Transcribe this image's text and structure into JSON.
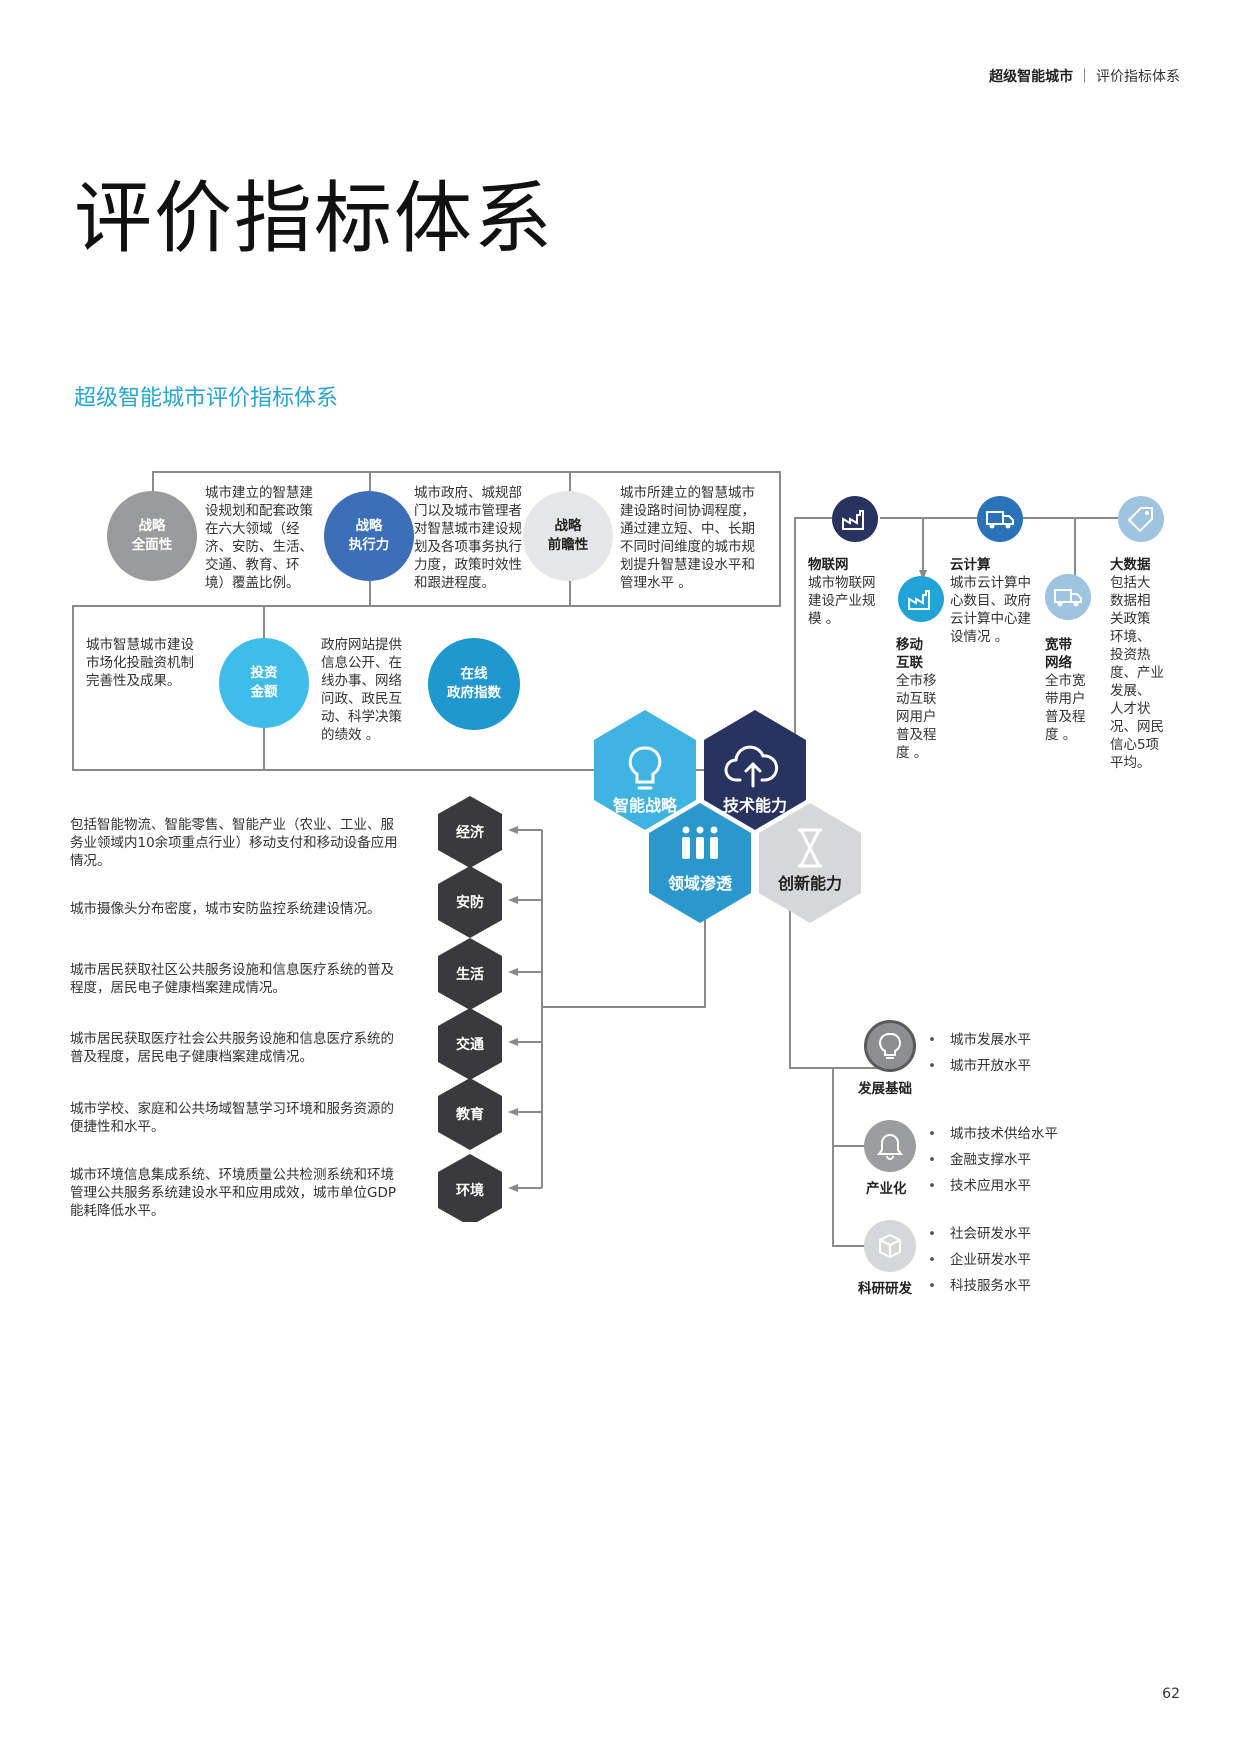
{
  "header": {
    "title_bold": "超级智能城市",
    "sep": "｜",
    "section": "评价指标体系"
  },
  "title": "评价指标体系",
  "subtitle": "超级智能城市评价指标体系",
  "page_number": "62",
  "strategy": {
    "row1": [
      {
        "name1": "战略",
        "name2": "全面性",
        "color": "#9a9b9d",
        "desc": [
          "城市建立的智慧建",
          "设规划和配套政策",
          "在六大领域（经",
          "济、安防、生活、",
          "交通、教育、环",
          "境）覆盖比例。"
        ]
      },
      {
        "name1": "战略",
        "name2": "执行力",
        "color": "#3d6eb8",
        "desc": [
          "城市政府、城规部",
          "门以及城市管理者",
          "对智慧城市建设规",
          "划及各项事务执行",
          "力度，政策时效性",
          "和跟进程度。"
        ]
      },
      {
        "name1": "战略",
        "name2": "前瞻性",
        "color": "#e5e6e7",
        "desc": [
          "城市所建立的智慧城市",
          "建设路时间协调程度，",
          "通过建立短、中、长期",
          "不同时间维度的城市规",
          "划提升智慧建设水平和",
          "管理水平 。"
        ]
      }
    ],
    "row2": [
      {
        "name1": "投资",
        "name2": "金额",
        "color": "#3fbde9",
        "desc": [
          "城市智慧城市建设",
          "市场化投融资机制",
          "完善性及成果。"
        ]
      },
      {
        "name1": "在线",
        "name2": "政府指数",
        "color": "#1f98cf",
        "desc": [
          "政府网站提供",
          "信息公开、在",
          "线办事、网络",
          "问政、政民互",
          "动、科学决策",
          "的绩效 。"
        ]
      }
    ]
  },
  "hexes": [
    {
      "label": "智能战略",
      "icon": "bulb-icon",
      "color": "#3fb3e2"
    },
    {
      "label": "技术能力",
      "icon": "cloud-upload-icon",
      "color": "#28335f"
    },
    {
      "label": "领域渗透",
      "icon": "people-icon",
      "color": "#2a97cd"
    },
    {
      "label": "创新能力",
      "icon": "hourglass-icon",
      "color": "#d6d7d9"
    }
  ],
  "tech": [
    {
      "name": "物联网",
      "icon": "factory-icon",
      "color": "#28335f",
      "desc": [
        "城市物联网",
        "建设产业规",
        "模 。"
      ]
    },
    {
      "name": "云计算",
      "icon": "truck-icon",
      "color": "#2a73b8",
      "desc": [
        "城市云计算中",
        "心数目、政府",
        "云计算中心建",
        "设情况 。"
      ]
    },
    {
      "name": "大数据",
      "icon": "tag-icon",
      "color": "#9fc4e0",
      "desc": [
        "包括大",
        "数据相",
        "关政策",
        "环境、",
        "投资热",
        "度、产业",
        "发展、",
        "人才状",
        "况、网民",
        "信心5项",
        "平均。"
      ]
    },
    {
      "name1": "移动",
      "name2": "互联",
      "icon": "factory-icon",
      "color": "#22a3d8",
      "desc": [
        "全市移",
        "动互联",
        "网用户",
        "普及程",
        "度 。"
      ]
    },
    {
      "name1": "宽带",
      "name2": "网络",
      "icon": "truck-icon",
      "color": "#9fc4e0",
      "desc": [
        "全市宽",
        "带用户",
        "普及程",
        "度 。"
      ]
    }
  ],
  "domains": [
    {
      "name": "经济",
      "desc": [
        "包括智能物流、智能零售、智能产业（农业、工业、服",
        "务业领域内10余项重点行业）移动支付和移动设备应用",
        "情况。"
      ]
    },
    {
      "name": "安防",
      "desc": [
        "城市摄像头分布密度，城市安防监控系统建设情况。"
      ]
    },
    {
      "name": "生活",
      "desc": [
        "城市居民获取社区公共服务设施和信息医疗系统的普及",
        "程度，居民电子健康档案建成情况。"
      ]
    },
    {
      "name": "交通",
      "desc": [
        "城市居民获取医疗社会公共服务设施和信息医疗系统的",
        "普及程度，居民电子健康档案建成情况。"
      ]
    },
    {
      "name": "教育",
      "desc": [
        "城市学校、家庭和公共场域智慧学习环境和服务资源的",
        "便捷性和水平。"
      ]
    },
    {
      "name": "环境",
      "desc": [
        "城市环境信息集成系统、环境质量公共检测系统和环境",
        "管理公共服务系统建设水平和应用成效，城市单位GDP",
        "能耗降低水平。"
      ]
    }
  ],
  "innovation": [
    {
      "name": "发展基础",
      "icon": "bulb-icon",
      "items": [
        "城市发展水平",
        "城市开放水平"
      ]
    },
    {
      "name": "产业化",
      "icon": "bell-icon",
      "items": [
        "城市技术供给水平",
        "金融支撑水平",
        "技术应用水平"
      ]
    },
    {
      "name": "科研研发",
      "icon": "cube-icon",
      "items": [
        "社会研发水平",
        "企业研发水平",
        "科技服务水平"
      ]
    }
  ],
  "colors": {
    "accent": "#2aa5cf",
    "hex_dark": "#3a3a3c",
    "line": "#8a8a8a"
  }
}
